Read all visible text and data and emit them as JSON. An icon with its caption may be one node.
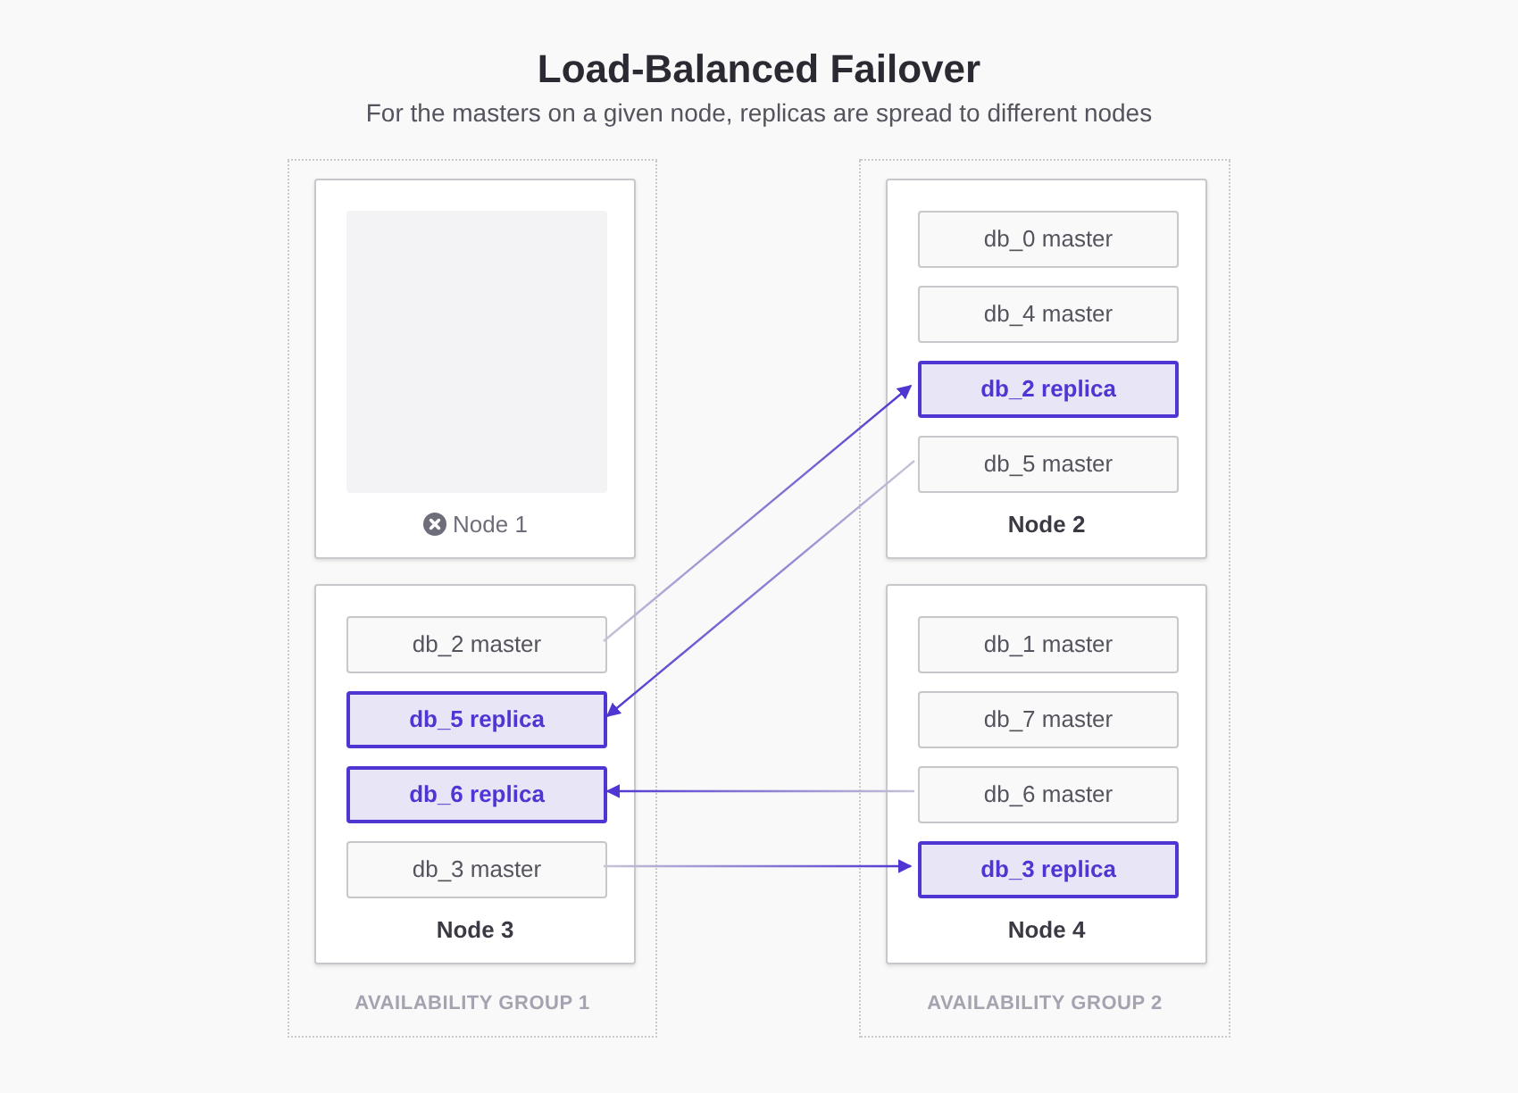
{
  "diagram": {
    "title": "Load-Balanced Failover",
    "caption": "For the masters on a given node, replicas are spread to different nodes",
    "nodes": [
      {
        "text": [
          "AVAILABILITY GROUP 1"
        ]
      },
      {
        "text": [
          "Node 1"
        ],
        "in": 0
      },
      {
        "text": [
          "Node 3"
        ],
        "in": 0
      },
      {
        "text": [
          "db_2 master"
        ],
        "in": 2
      },
      {
        "text": [
          "db_5 replica"
        ],
        "in": 2
      },
      {
        "text": [
          "db_6 replica"
        ],
        "in": 2
      },
      {
        "text": [
          "db_3 master"
        ],
        "in": 2
      },
      {
        "text": [
          "AVAILABILITY GROUP 2"
        ]
      },
      {
        "text": [
          "Node 2"
        ],
        "in": 7
      },
      {
        "text": [
          "db_0 master"
        ],
        "in": 8
      },
      {
        "text": [
          "db_4 master"
        ],
        "in": 8
      },
      {
        "text": [
          "db_2 replica"
        ],
        "in": 8
      },
      {
        "text": [
          "db_5 master"
        ],
        "in": 8
      },
      {
        "text": [
          "Node 4"
        ],
        "in": 7
      },
      {
        "text": [
          "db_1 master"
        ],
        "in": 13
      },
      {
        "text": [
          "db_7 master"
        ],
        "in": 13
      },
      {
        "text": [
          "db_6 master"
        ],
        "in": 13
      },
      {
        "text": [
          "db_3 replica"
        ],
        "in": 13
      }
    ],
    "edges": [
      {
        "from": 3,
        "to": 11,
        "arrow": "to"
      },
      {
        "from": 12,
        "to": 4,
        "arrow": "to"
      },
      {
        "from": 16,
        "to": 5,
        "arrow": "to"
      },
      {
        "from": 6,
        "to": 17,
        "arrow": "to"
      }
    ]
  }
}
